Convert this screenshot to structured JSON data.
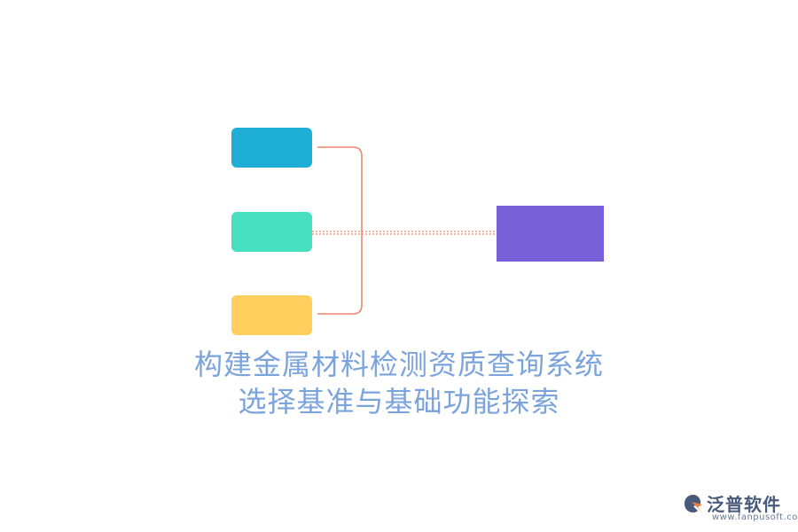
{
  "diagram": {
    "nodes": [
      {
        "id": "node-blue",
        "label": "",
        "color": "#1eaed6"
      },
      {
        "id": "node-teal",
        "label": "",
        "color": "#46dfc0"
      },
      {
        "id": "node-yellow",
        "label": "",
        "color": "#ffce5c"
      },
      {
        "id": "node-purple",
        "label": "",
        "color": "#7660d8"
      }
    ],
    "connector_color": "#f0866a"
  },
  "title": {
    "line1": "构建金属材料检测资质查询系统",
    "line2": "选择基准与基础功能探索"
  },
  "logo": {
    "name": "泛普软件",
    "url": "www.fanpusoft.com",
    "color": "#4a5a7a",
    "accent": "#f07a3a"
  }
}
